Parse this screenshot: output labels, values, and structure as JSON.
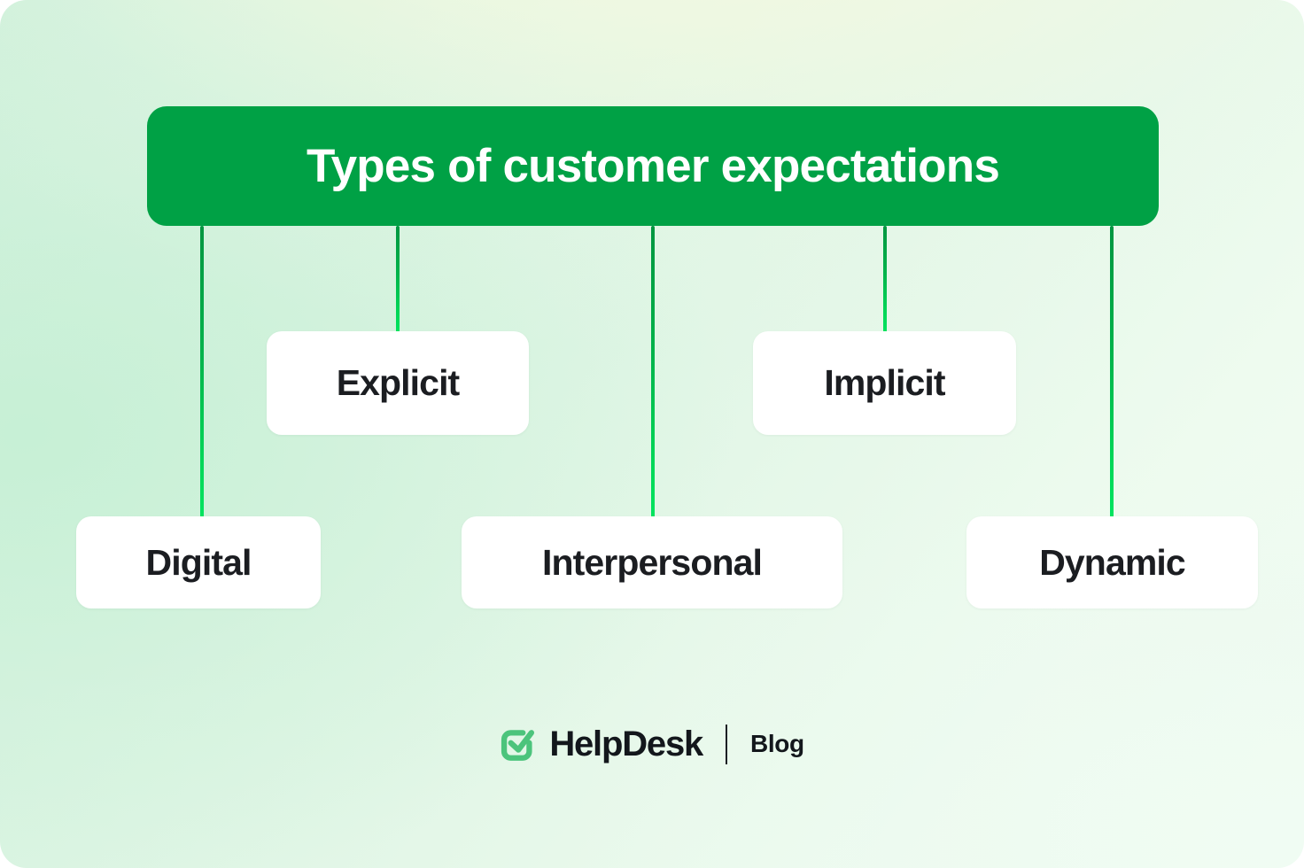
{
  "diagram": {
    "title": "Types of customer expectations",
    "nodes": [
      {
        "id": "digital",
        "label": "Digital",
        "row": "lower"
      },
      {
        "id": "explicit",
        "label": "Explicit",
        "row": "upper"
      },
      {
        "id": "interpersonal",
        "label": "Interpersonal",
        "row": "lower"
      },
      {
        "id": "implicit",
        "label": "Implicit",
        "row": "upper"
      },
      {
        "id": "dynamic",
        "label": "Dynamic",
        "row": "lower"
      }
    ],
    "connectors": [
      {
        "from": "title",
        "to": "digital"
      },
      {
        "from": "title",
        "to": "explicit"
      },
      {
        "from": "title",
        "to": "interpersonal"
      },
      {
        "from": "title",
        "to": "implicit"
      },
      {
        "from": "title",
        "to": "dynamic"
      }
    ]
  },
  "footer": {
    "brand": "HelpDesk",
    "section": "Blog",
    "logo_icon": "checkmark-square-icon"
  },
  "colors": {
    "title_bar_green": "#00a145",
    "connector_green_dark": "#009640",
    "connector_green_bright": "#00e45f",
    "card_white": "#ffffff",
    "text_dark": "#1b1d21",
    "logo_green": "#4cc47c",
    "background_mint": "#cdf0da"
  }
}
